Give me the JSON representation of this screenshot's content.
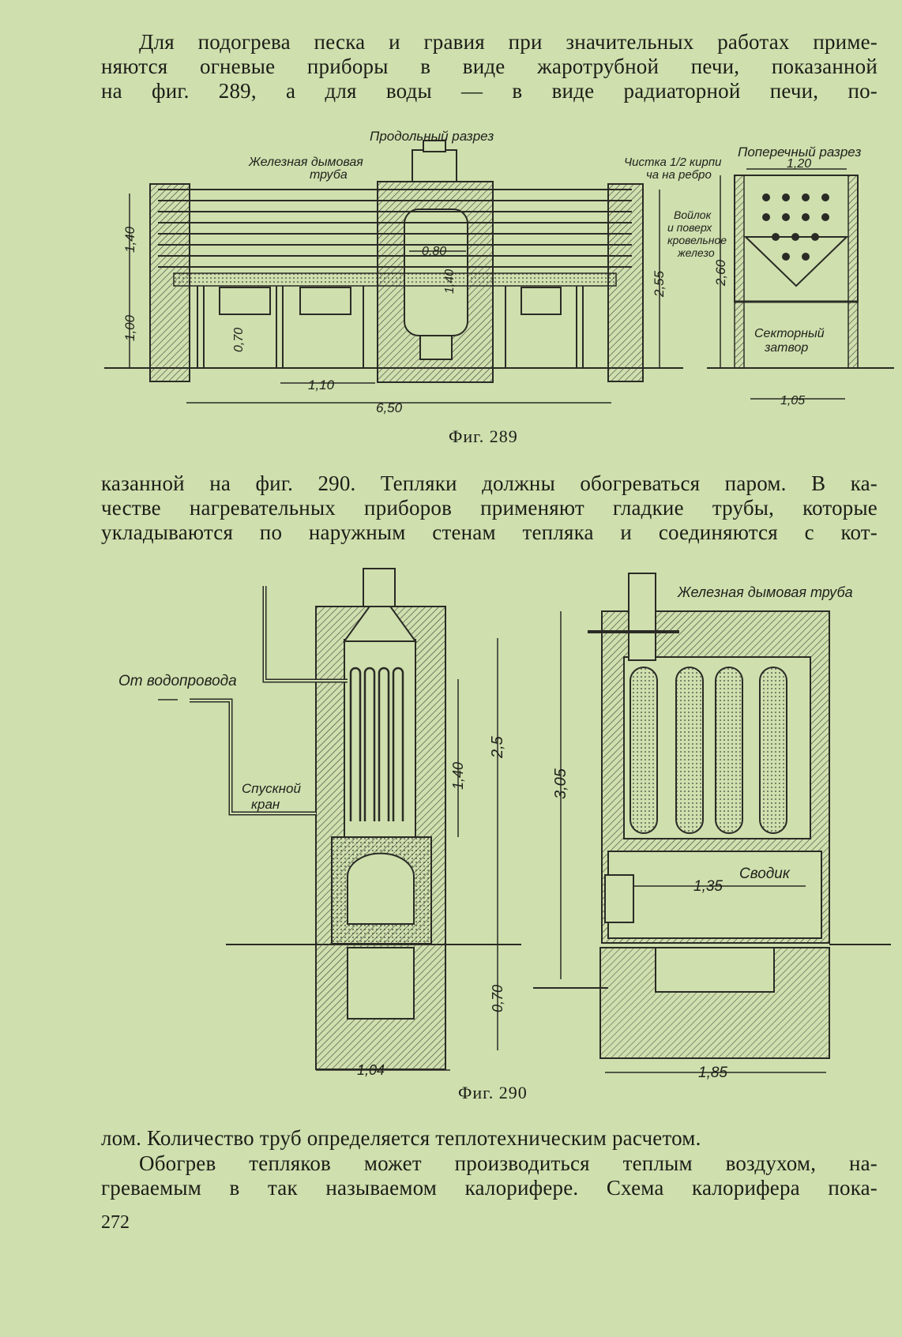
{
  "page": {
    "paragraph1": [
      "Для подогрева песка и гравия при значительных работах приме-",
      "няются огневые приборы в виде жаротрубной печи, показанной",
      "на фиг. 289, а для воды — в виде радиаторной печи, по-"
    ],
    "paragraph2": [
      "казанной на фиг. 290. Тепляки должны обогреваться паром. В ка-",
      "честве нагревательных приборов применяют гладкие трубы, которые",
      "укладываются по наружным стенам тепляка и соединяются с кот-"
    ],
    "paragraph3": [
      "лом. Количество труб определяется теплотехническим расчетом.",
      "Обогрев тепляков может производиться теплым воздухом, на-",
      "греваемым в так называемом калорифере. Схема калорифера пока-"
    ],
    "page_number": "272"
  },
  "figure289": {
    "caption": "Фиг. 289",
    "labels": {
      "longitudinal_section": "Продольный разрез",
      "iron_chimney_line1": "Железная дымовая",
      "iron_chimney_line2": "труба",
      "clean_brick_line1": "Чистка 1/2 кирпи",
      "clean_brick_line2": "ча на ребро",
      "cross_section": "Поперечный разрез",
      "felt_line1": "Войлок",
      "felt_line2": "и поверх",
      "felt_line3": "кровельное",
      "felt_line4": "железо",
      "sector_gate_line1": "Секторный",
      "sector_gate_line2": "затвор"
    },
    "dimensions": {
      "d140_left": "1,40",
      "d100": "1,00",
      "d070": "0,70",
      "d110": "1,10",
      "d650": "6,50",
      "d080": "0,80",
      "d140_center": "1,40",
      "d255": "2,55",
      "d260": "2,60",
      "d120": "1,20",
      "d105": "1,05"
    }
  },
  "figure290": {
    "caption": "Фиг. 290",
    "labels": {
      "from_water_supply": "От водопровода",
      "drain_valve_line1": "Спускной",
      "drain_valve_line2": "кран",
      "iron_chimney": "Железная дымовая труба",
      "arch": "Сводик"
    },
    "dimensions": {
      "d25": "2,5",
      "d140": "1,40",
      "d070": "0,70",
      "d104": "1,04",
      "d305": "3,05",
      "d135": "1,35",
      "d185": "1,85"
    }
  }
}
